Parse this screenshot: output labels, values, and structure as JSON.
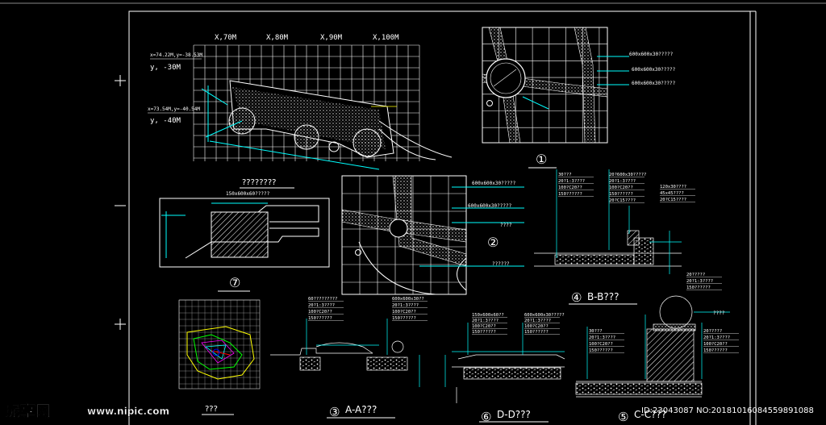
{
  "plan": {
    "axis_x": [
      "X,70M",
      "X,80M",
      "X,90M",
      "X,100M"
    ],
    "coord_top": "x=74.22M,y=-38.53M",
    "y_top": "y, -30M",
    "coord_bottom": "x=73.54M,y=-40.54M",
    "y_bottom": "y, -40M",
    "title": "????????"
  },
  "detail1": {
    "callouts": [
      "600x600x30?????",
      "600x600x30?????",
      "600x600x30?????"
    ],
    "number": "①"
  },
  "detail2": {
    "callouts": [
      "600x600x30?????",
      "600x600x30?????",
      "????",
      "??????"
    ],
    "number": "②"
  },
  "detail7": {
    "callout": "150x600x60?????",
    "number": "⑦"
  },
  "sectionB": {
    "notes_left": [
      "30???",
      "20?1:3????",
      "100?C20??",
      "150??????"
    ],
    "notes_right": [
      "20?600x30?????",
      "20?1:3????",
      "100?C20??",
      "150??????",
      "20?C15????"
    ],
    "notes_far": [
      "120x30????",
      "45x45????",
      "20?C15????"
    ],
    "circle": "④",
    "label": "B-B???"
  },
  "sectionA": {
    "notes_left": [
      "60?????????",
      "20?1:3????",
      "100?C20??",
      "150??????"
    ],
    "notes_right": [
      "600x600x30??",
      "20?1:3????",
      "100?C20??",
      "150??????"
    ],
    "circle": "③",
    "label": "A-A???"
  },
  "sectionD": {
    "notes_left": [
      "150x600x60??",
      "20?1:3????",
      "100?C20??",
      "150??????"
    ],
    "notes_right": [
      "600x600x30?????",
      "20?1:3????",
      "100?C20??",
      "150??????"
    ],
    "circle": "⑥",
    "label": "D-D???"
  },
  "sectionC": {
    "notes_left": [
      "30???",
      "20?1:3????",
      "100?C20??",
      "150??????"
    ],
    "notes_right": [
      "20?????",
      "20?1:3????",
      "100?C20??",
      "150??????"
    ],
    "top_right": [
      "20?????",
      "20?1:3????",
      "150??????"
    ],
    "top_tag": "????",
    "circle": "⑤",
    "label": "C-C???"
  },
  "key_plan": {
    "title": "???"
  },
  "watermark": {
    "logo": "昵享网",
    "url": "www.nipic.com",
    "id": "ID:23043087 NO:20181016084559891088"
  }
}
